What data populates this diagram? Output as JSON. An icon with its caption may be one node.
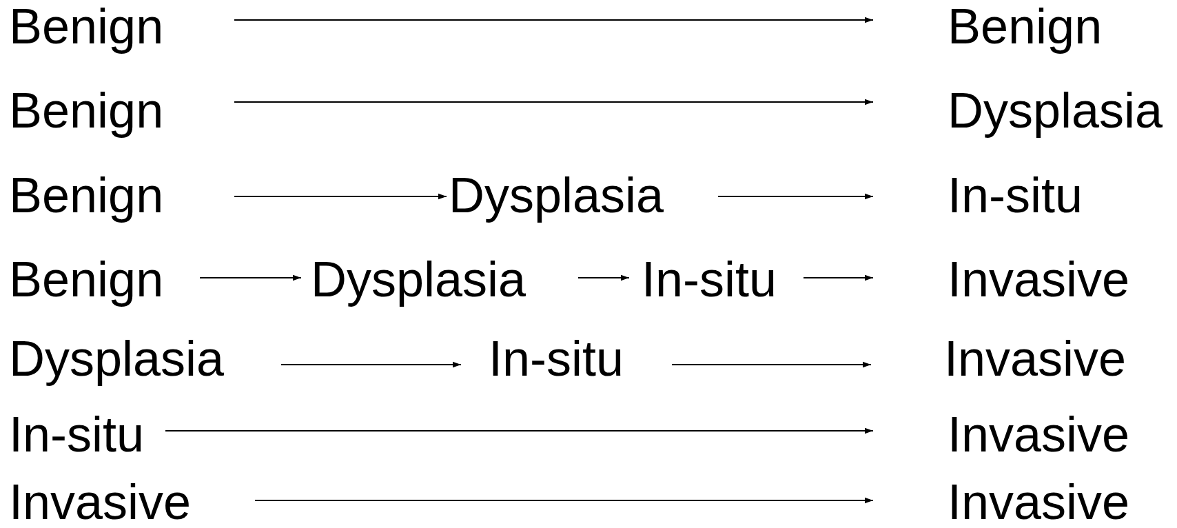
{
  "diagram": {
    "nodes": [
      {
        "text": [
          "Benign"
        ]
      },
      {
        "text": [
          "Benign"
        ]
      },
      {
        "text": [
          "Benign"
        ]
      },
      {
        "text": [
          "Dysplasia"
        ]
      },
      {
        "text": [
          "Benign"
        ]
      },
      {
        "text": [
          "Dysplasia"
        ]
      },
      {
        "text": [
          "In-situ"
        ]
      },
      {
        "text": [
          "Benign"
        ]
      },
      {
        "text": [
          "Dysplasia"
        ]
      },
      {
        "text": [
          "In-situ"
        ]
      },
      {
        "text": [
          "Invasive"
        ]
      },
      {
        "text": [
          "Dysplasia"
        ]
      },
      {
        "text": [
          "In-situ"
        ]
      },
      {
        "text": [
          "Invasive"
        ]
      },
      {
        "text": [
          "In-situ"
        ]
      },
      {
        "text": [
          "Invasive"
        ]
      },
      {
        "text": [
          "Invasive"
        ]
      },
      {
        "text": [
          "Invasive"
        ]
      }
    ],
    "edges": [
      {
        "from": 0,
        "to": 1,
        "arrow": "to"
      },
      {
        "from": 2,
        "to": 3,
        "arrow": "to"
      },
      {
        "from": 4,
        "to": 5,
        "arrow": "to"
      },
      {
        "from": 5,
        "to": 6,
        "arrow": "to"
      },
      {
        "from": 7,
        "to": 8,
        "arrow": "to"
      },
      {
        "from": 8,
        "to": 9,
        "arrow": "to"
      },
      {
        "from": 9,
        "to": 10,
        "arrow": "to"
      },
      {
        "from": 11,
        "to": 12,
        "arrow": "to"
      },
      {
        "from": 12,
        "to": 13,
        "arrow": "to"
      },
      {
        "from": 14,
        "to": 15,
        "arrow": "to"
      },
      {
        "from": 16,
        "to": 17,
        "arrow": "to"
      }
    ]
  }
}
